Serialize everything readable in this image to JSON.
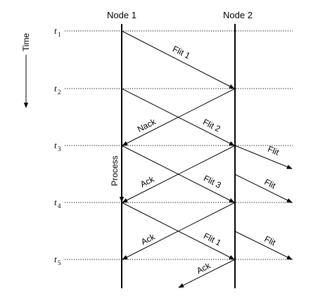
{
  "nodes": {
    "left": "Node 1",
    "right": "Node 2"
  },
  "time_label": "Time",
  "time_marks": [
    {
      "t": "t",
      "sub": "1"
    },
    {
      "t": "t",
      "sub": "2"
    },
    {
      "t": "t",
      "sub": "3"
    },
    {
      "t": "t",
      "sub": "4"
    },
    {
      "t": "t",
      "sub": "5"
    }
  ],
  "messages": [
    {
      "label": "Flit 1"
    },
    {
      "label": "Nack"
    },
    {
      "label": "Flit 2"
    },
    {
      "label": "Flit"
    },
    {
      "label": "Process"
    },
    {
      "label": "Ack"
    },
    {
      "label": "Flit 3"
    },
    {
      "label": "Flit"
    },
    {
      "label": "Ack"
    },
    {
      "label": "Flit 1"
    },
    {
      "label": "Flit"
    },
    {
      "label": "Ack"
    }
  ]
}
